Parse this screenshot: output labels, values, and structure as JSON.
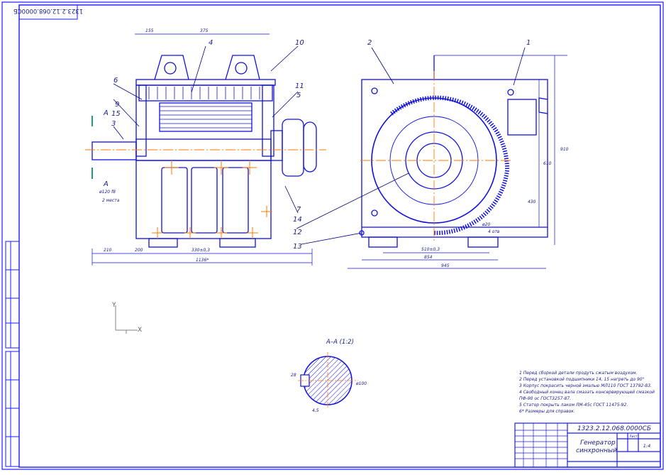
{
  "colors": {
    "paper": "#ffffff",
    "frame": "#1a1aff",
    "drawing": "#1010e0",
    "axis": "#ff7a00",
    "text": "#1a1a8a",
    "leader": "#000080"
  },
  "stamp_rotated": "1323.2.12.068.0000СБ",
  "positions": [
    "1",
    "2",
    "3",
    "4",
    "5",
    "6",
    "7",
    "9",
    "10",
    "11",
    "12",
    "13",
    "14",
    "15"
  ],
  "section_mark": "А",
  "dims": {
    "d1": "155",
    "d2": "375",
    "d3": "210",
    "d4": "200",
    "d5": "330±0,3",
    "d6": "1136*",
    "d7": "510±0,3",
    "d8": "854",
    "d9": "945",
    "d10": "910",
    "d11": "610",
    "d12": "430",
    "d13": "ø20",
    "d14": "4 отв",
    "d15": "ø120 f8",
    "d16": "2 места"
  },
  "axes": {
    "y": "Y",
    "x": "X"
  },
  "section_title": "А–А (1:2)",
  "section_dims": {
    "left": "28",
    "bottom": "4,5",
    "right": "ø100"
  },
  "notes": [
    "1 Перед сборкой детали продуть сжатым воздухом.",
    "2 Перед установкой подшипники 14, 15 нагреть до 90°",
    "3 Корпус покрасить черной эмалью МЛ110 ГОСТ 13792-83.",
    "4 Свободный конец вала смазать консервирующей смазкой",
    "ПФ-90 ос ГОСТ3257-87.",
    "5 Статор покрыть лаком ЛМ-45с ГОСТ 11475-92.",
    "6* Размеры для справок."
  ],
  "title_block": {
    "code": "1323.2.12.068.0000СБ",
    "name_line1": "Генератор",
    "name_line2": "синхронный",
    "scale": "1:4",
    "sheet": "Лист"
  }
}
